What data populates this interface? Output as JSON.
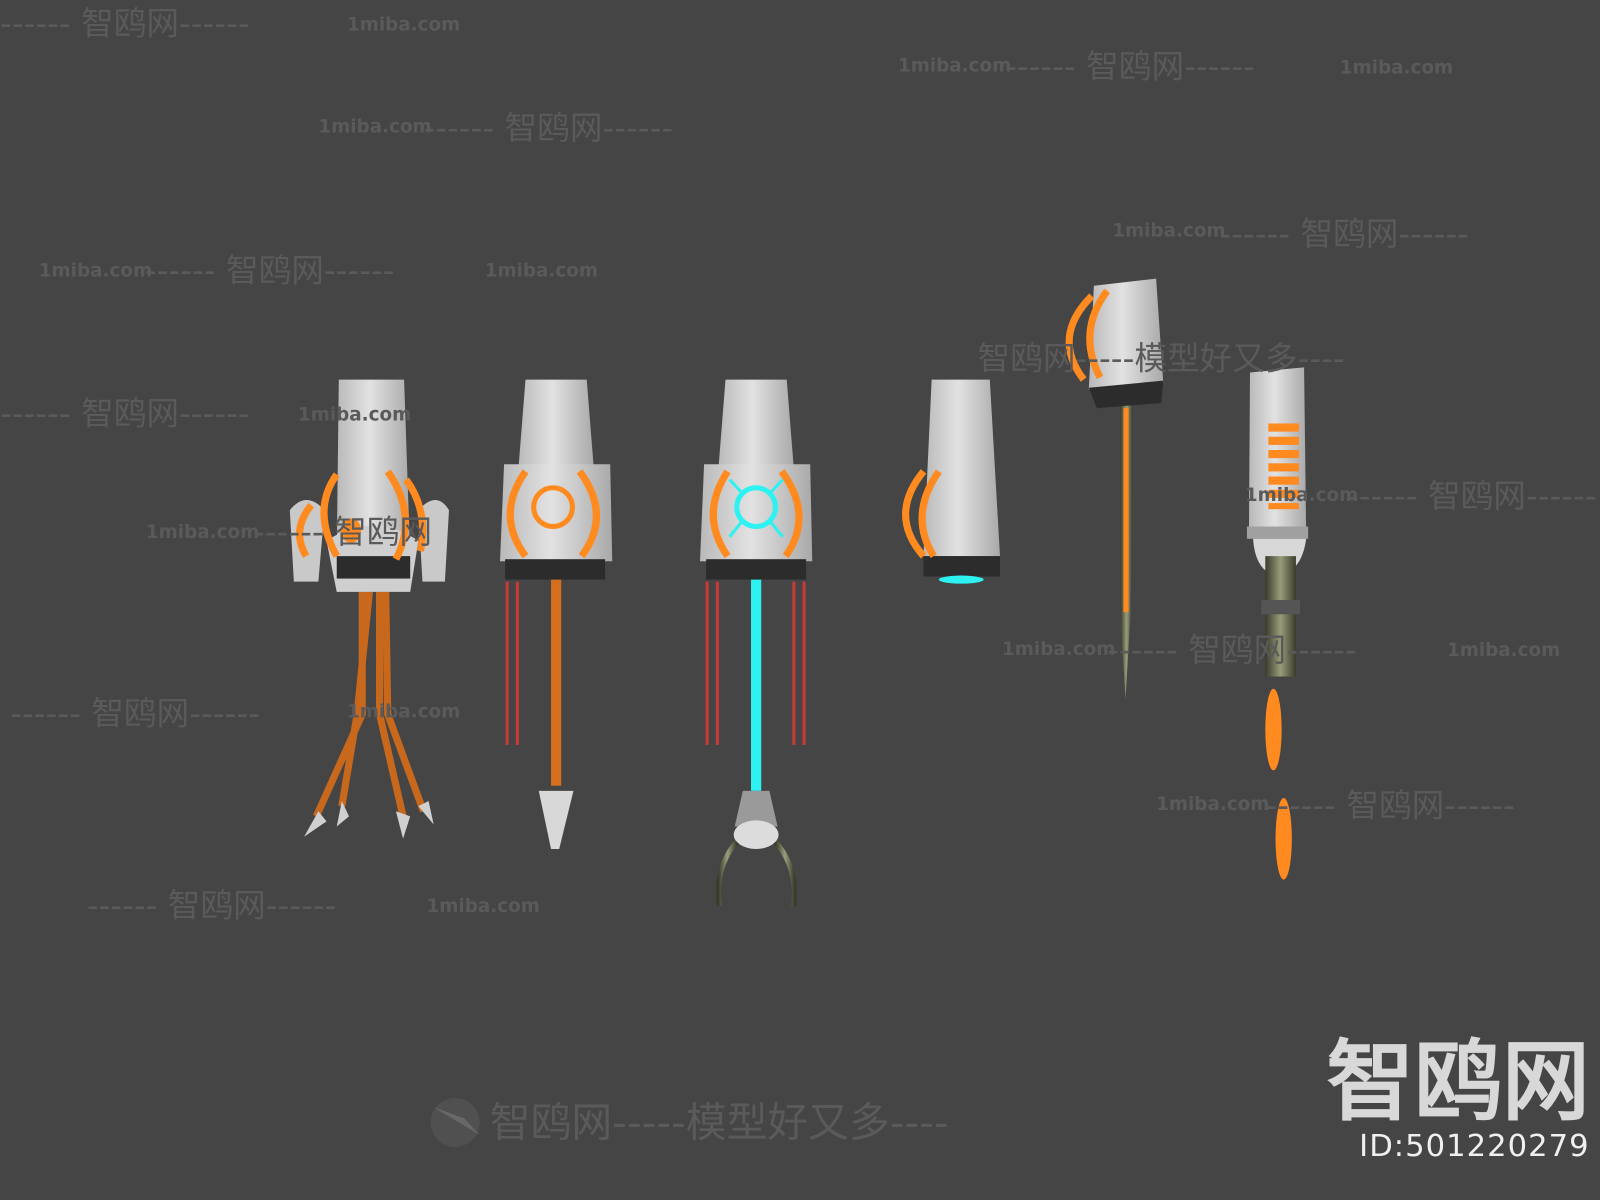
{
  "watermark": {
    "brand": "智鸥网",
    "domain": "1miba.com",
    "slogan": "智鸥网-----模型好又多----",
    "slogan_short": "模型好又多",
    "dashes": "------",
    "logo_text": "智鸥网",
    "id_text": "ID:501220279"
  },
  "colors": {
    "background": "#454545",
    "body": "#d4d4d4",
    "orange": "#ff8a1f",
    "cyan": "#2ef2f2",
    "red": "#c83a34",
    "metal": "#6b6f4a"
  }
}
